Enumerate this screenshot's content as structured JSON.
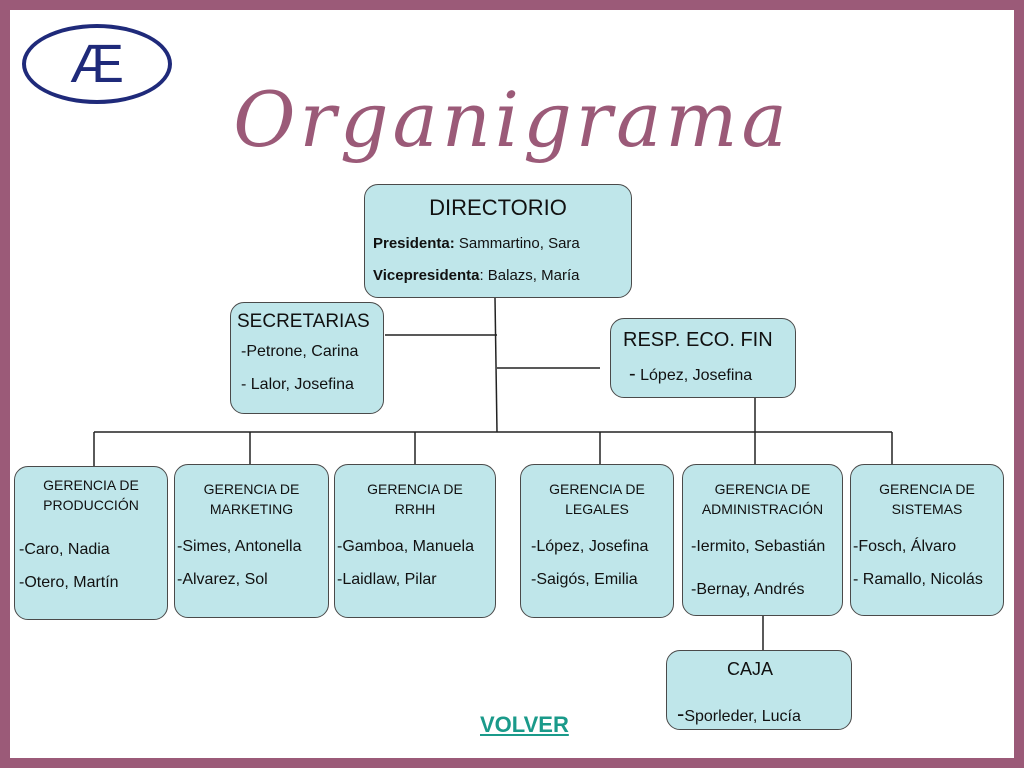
{
  "logo": {
    "text": "Æ"
  },
  "title": "Organigrama",
  "directorio": {
    "title": "DIRECTORIO",
    "presidenta_label": "Presidenta:",
    "presidenta_name": " Sammartino, Sara",
    "vice_label": "Vicepresidenta",
    "vice_name": ": Balazs, María"
  },
  "secretarias": {
    "title": "SECRETARIAS",
    "members": [
      "-Petrone, Carina",
      "- Lalor, Josefina"
    ]
  },
  "resp_eco_fin": {
    "title": "RESP. ECO. FIN",
    "dash": "-",
    "member": "López, Josefina"
  },
  "gerencias": [
    {
      "title": "GERENCIA DE PRODUCCIÓN",
      "members": [
        "-Caro, Nadia",
        "-Otero, Martín"
      ]
    },
    {
      "title": "GERENCIA DE MARKETING",
      "members": [
        "-Simes, Antonella",
        "-Alvarez, Sol"
      ]
    },
    {
      "title": "GERENCIA DE RRHH",
      "members": [
        "-Gamboa, Manuela",
        "-Laidlaw, Pilar"
      ]
    },
    {
      "title": "GERENCIA DE LEGALES",
      "members": [
        "-López, Josefina",
        "-Saigós, Emilia"
      ]
    },
    {
      "title": "GERENCIA DE ADMINISTRACIÓN",
      "members": [
        "-Iermito, Sebastián",
        "-Bernay, Andrés"
      ]
    },
    {
      "title": "GERENCIA DE SISTEMAS",
      "members": [
        "-Fosch, Álvaro",
        "- Ramallo, Nicolás"
      ]
    }
  ],
  "caja": {
    "title": "CAJA",
    "dash": "-",
    "member": "Sporleder, Lucía"
  },
  "volver": "VOLVER",
  "colors": {
    "frame": "#9b5a78",
    "box_fill": "#bfe6ea",
    "logo": "#1f2a7a",
    "link": "#1a9a8a"
  }
}
